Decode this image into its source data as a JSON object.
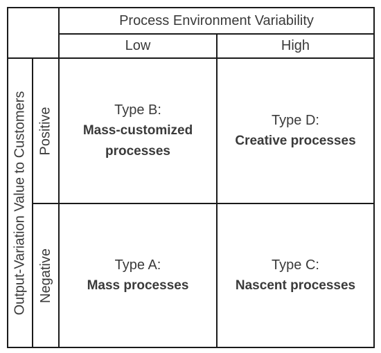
{
  "header": {
    "column_axis_title": "Process Environment Variability",
    "columns": [
      "Low",
      "High"
    ]
  },
  "side": {
    "row_axis_title": "Output-Variation Value to Customers",
    "rows": [
      "Positive",
      "Negative"
    ]
  },
  "cells": {
    "positive_low": {
      "type": "Type B:",
      "lines": [
        "Mass-customized",
        "processes"
      ]
    },
    "positive_high": {
      "type": "Type D:",
      "lines": [
        "Creative processes"
      ]
    },
    "negative_low": {
      "type": "Type A:",
      "lines": [
        "Mass processes"
      ]
    },
    "negative_high": {
      "type": "Type C:",
      "lines": [
        "Nascent processes"
      ]
    }
  }
}
